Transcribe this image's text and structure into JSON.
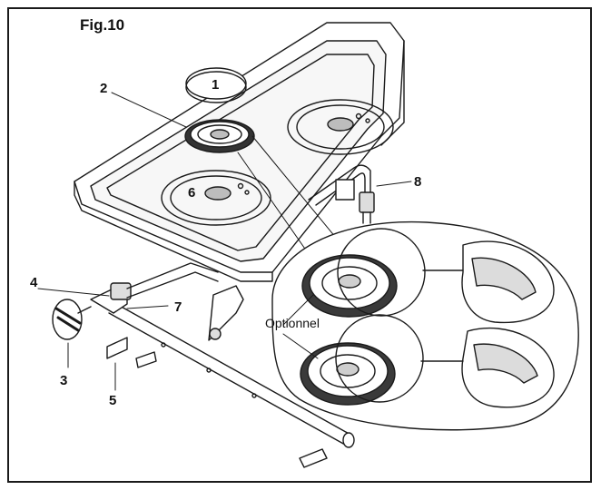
{
  "figure": {
    "title": "Fig.10"
  },
  "callouts": {
    "c1": "1",
    "c2": "2",
    "c3": "3",
    "c4": "4",
    "c5": "5",
    "c6": "6",
    "c7": "7",
    "c8": "8"
  },
  "option_label": "Optionnel",
  "colors": {
    "line": "#1a1a1a",
    "fill": "#ffffff",
    "shade": "#cfcfcf"
  }
}
